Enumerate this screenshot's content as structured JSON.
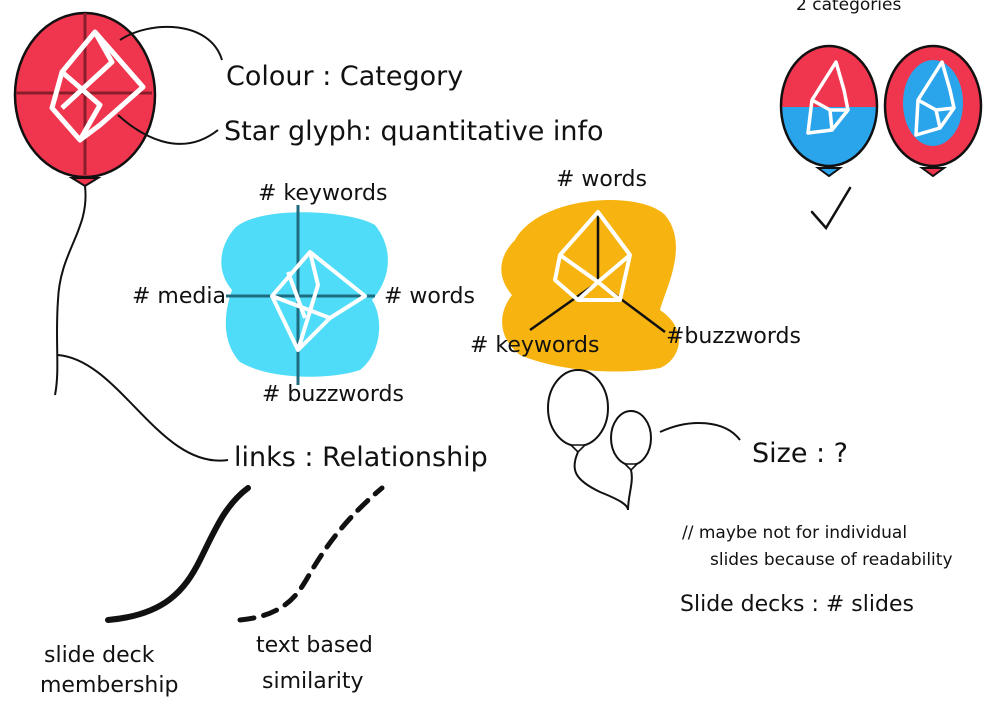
{
  "colors": {
    "red": "#f0354e",
    "blue": "#2aa5ec",
    "cyan": "#4fdcf8",
    "amber": "#f7b410",
    "ink": "#111111"
  },
  "legend": {
    "colour_label": "Colour : Category",
    "glyph_label": "Star glyph: quantitative info",
    "links_label": "links : Relationship",
    "size_label": "Size : ?",
    "categories_label": "2 categories",
    "check_icon": "check-mark-icon"
  },
  "cyan_glyph": {
    "top": "# keywords",
    "left": "# media",
    "right": "# words",
    "bottom": "# buzzwords"
  },
  "amber_glyph": {
    "top": "# words",
    "left": "# keywords",
    "right": "#buzzwords"
  },
  "link_types": {
    "solid": "slide deck membership",
    "solid_lines": [
      "slide deck",
      "membership"
    ],
    "dashed": "text based similarity",
    "dashed_lines": [
      "text based",
      "similarity"
    ]
  },
  "notes": {
    "readability_lines": [
      "// maybe not for individual",
      "slides because of readability"
    ],
    "slide_decks": "Slide decks : # slides"
  }
}
